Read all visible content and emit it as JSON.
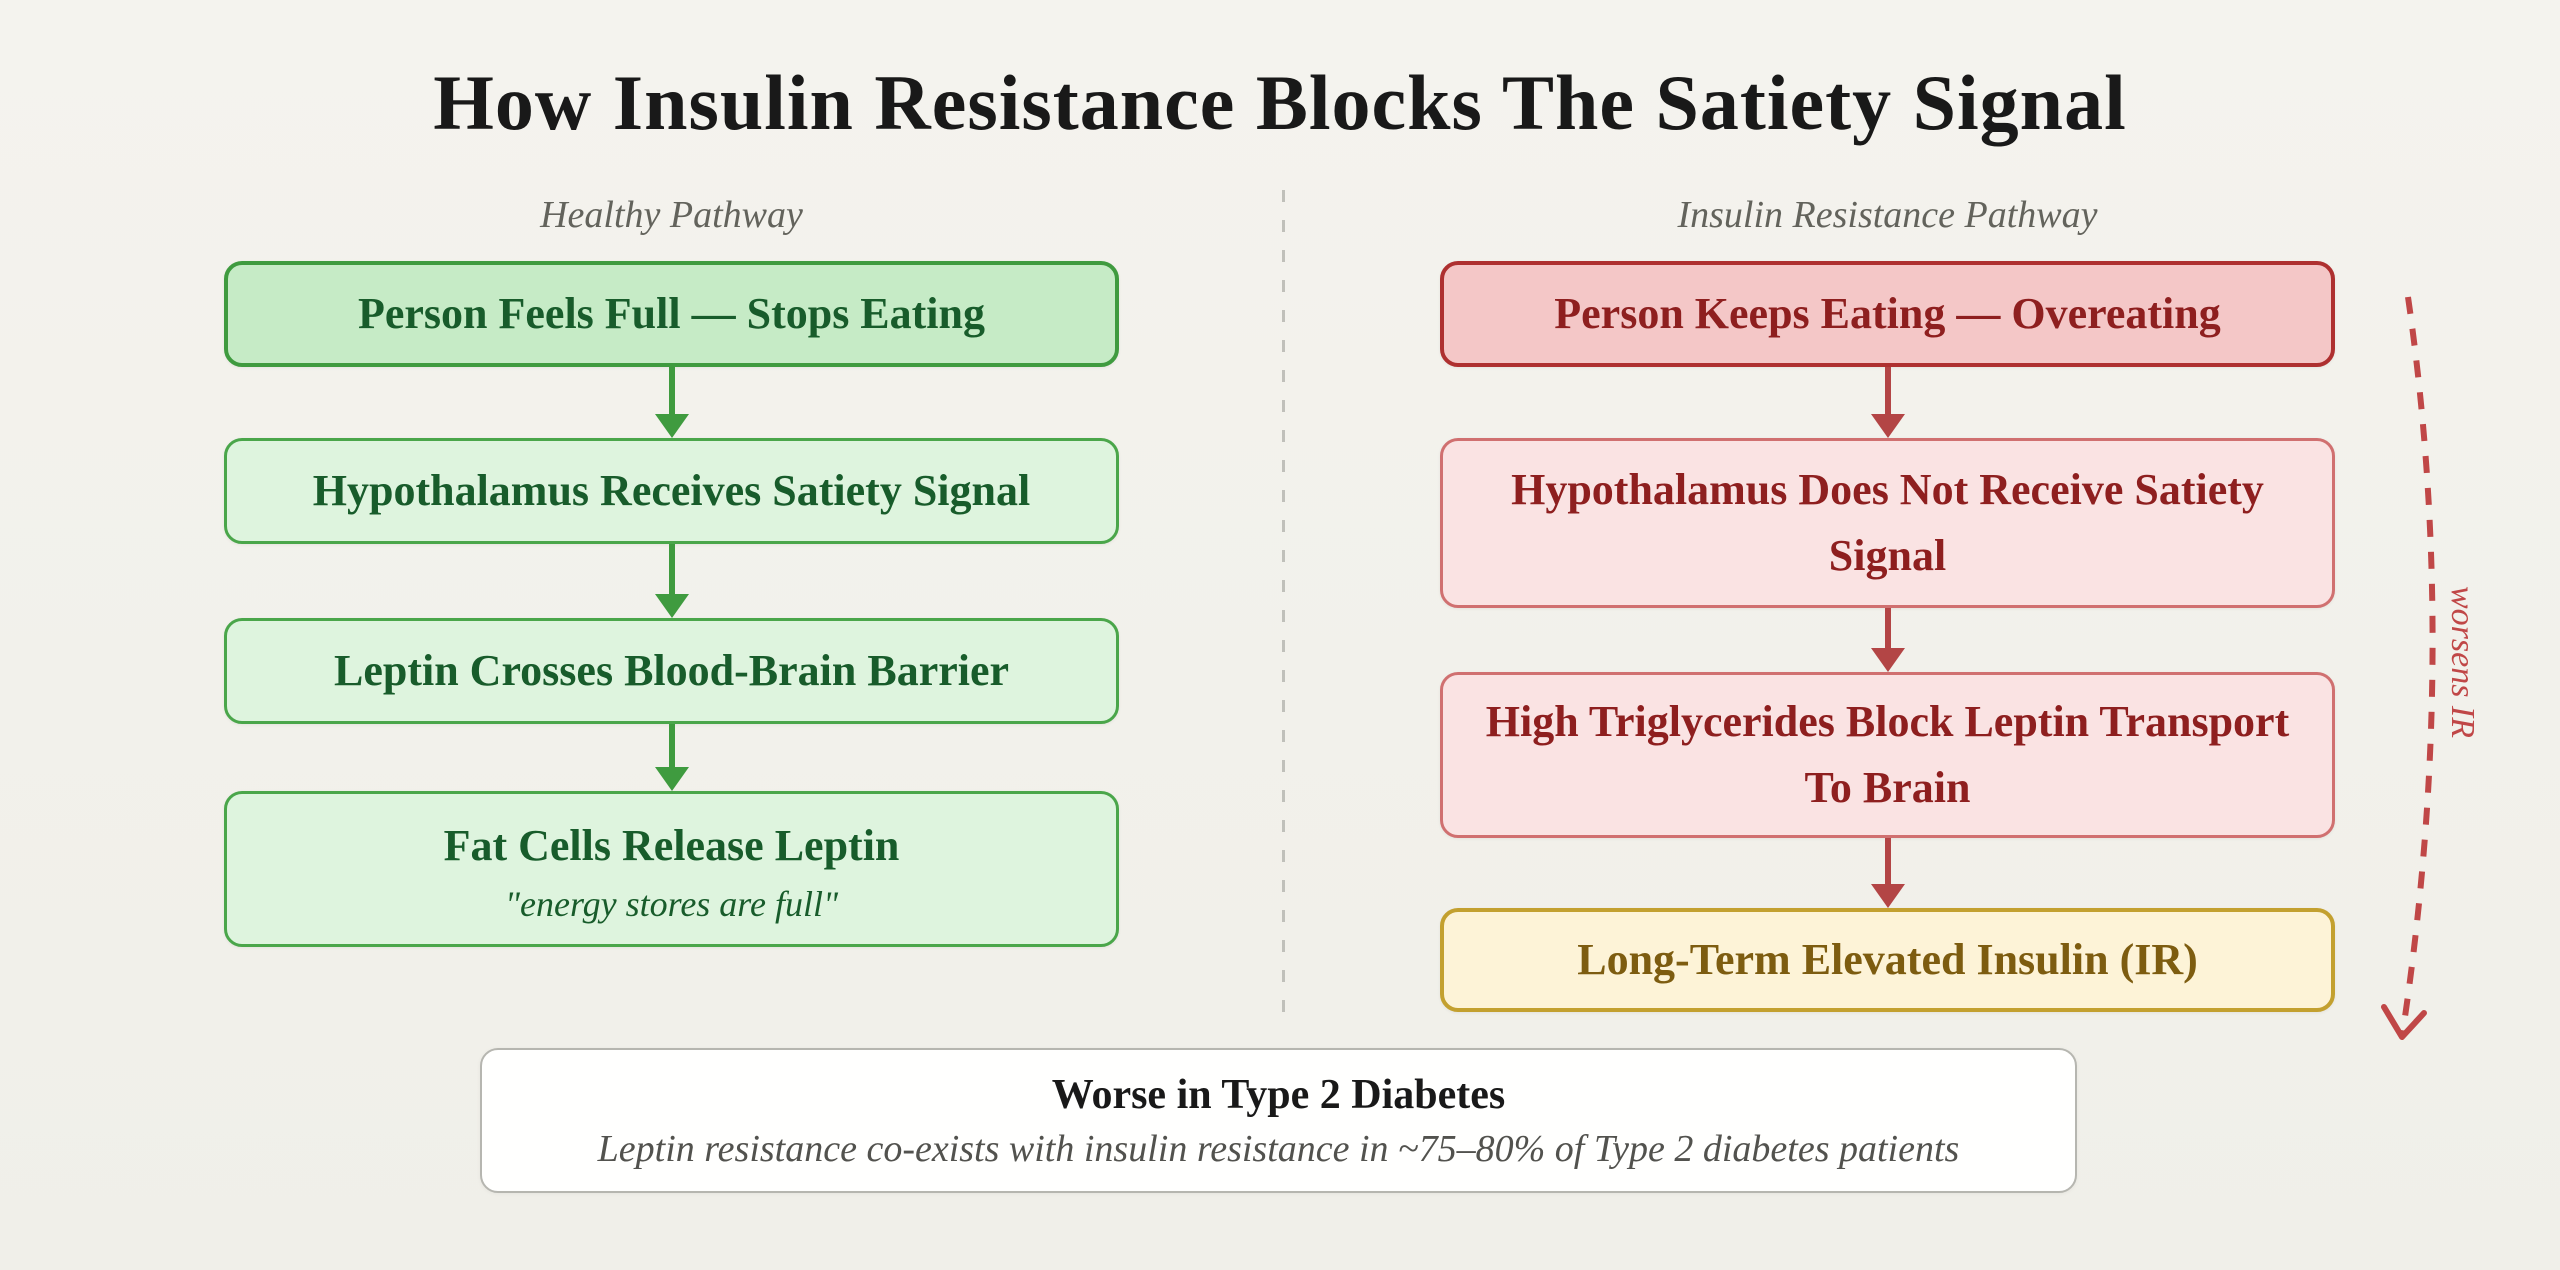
{
  "page": {
    "title": "How Insulin Resistance Blocks The Satiety Signal"
  },
  "healthy_pathway": {
    "label": "Healthy Pathway",
    "boxes": [
      {
        "title": "Person Feels Full — Stops Eating"
      },
      {
        "title": "Hypothalamus Receives Satiety Signal"
      },
      {
        "title": "Leptin Crosses Blood-Brain Barrier"
      },
      {
        "title": "Fat Cells Release Leptin",
        "subtitle": "\"energy stores are full\""
      }
    ]
  },
  "ir_pathway": {
    "label": "Insulin Resistance Pathway",
    "boxes": [
      {
        "title": "Person Keeps Eating — Overeating"
      },
      {
        "title": "Hypothalamus Does Not Receive Satiety Signal"
      },
      {
        "title": "High Triglycerides Block Leptin Transport To Brain"
      },
      {
        "title": "Long-Term Elevated Insulin (IR)"
      }
    ],
    "side_arrow_label": "worsens IR"
  },
  "note": {
    "title": "Worse in Type 2 Diabetes",
    "subtitle": "Leptin resistance co-exists with insulin resistance in ~75–80% of Type 2 diabetes patients"
  },
  "colors": {
    "background": "#f2f1eb",
    "title_text": "#191919",
    "column_header_text": "#63635c",
    "healthy_strong_fill": "#c6ebc6",
    "healthy_soft_fill": "#def4de",
    "healthy_border": "#3f9b3f",
    "healthy_text": "#185c2b",
    "ir_strong_fill": "#f4c7c7",
    "ir_soft_fill": "#fae3e3",
    "ir_strong_border": "#ae3030",
    "ir_soft_border": "#d07070",
    "ir_text": "#8e1f1f",
    "ir_arrow": "#b34545",
    "insulin_fill": "#fdf3d7",
    "insulin_border": "#c3a02f",
    "insulin_text": "#7d5c10",
    "worsens_arrow": "#c04747",
    "note_border": "#b6b6b0",
    "note_subtitle_text": "#52524e",
    "divider": "#c0c0ba"
  }
}
